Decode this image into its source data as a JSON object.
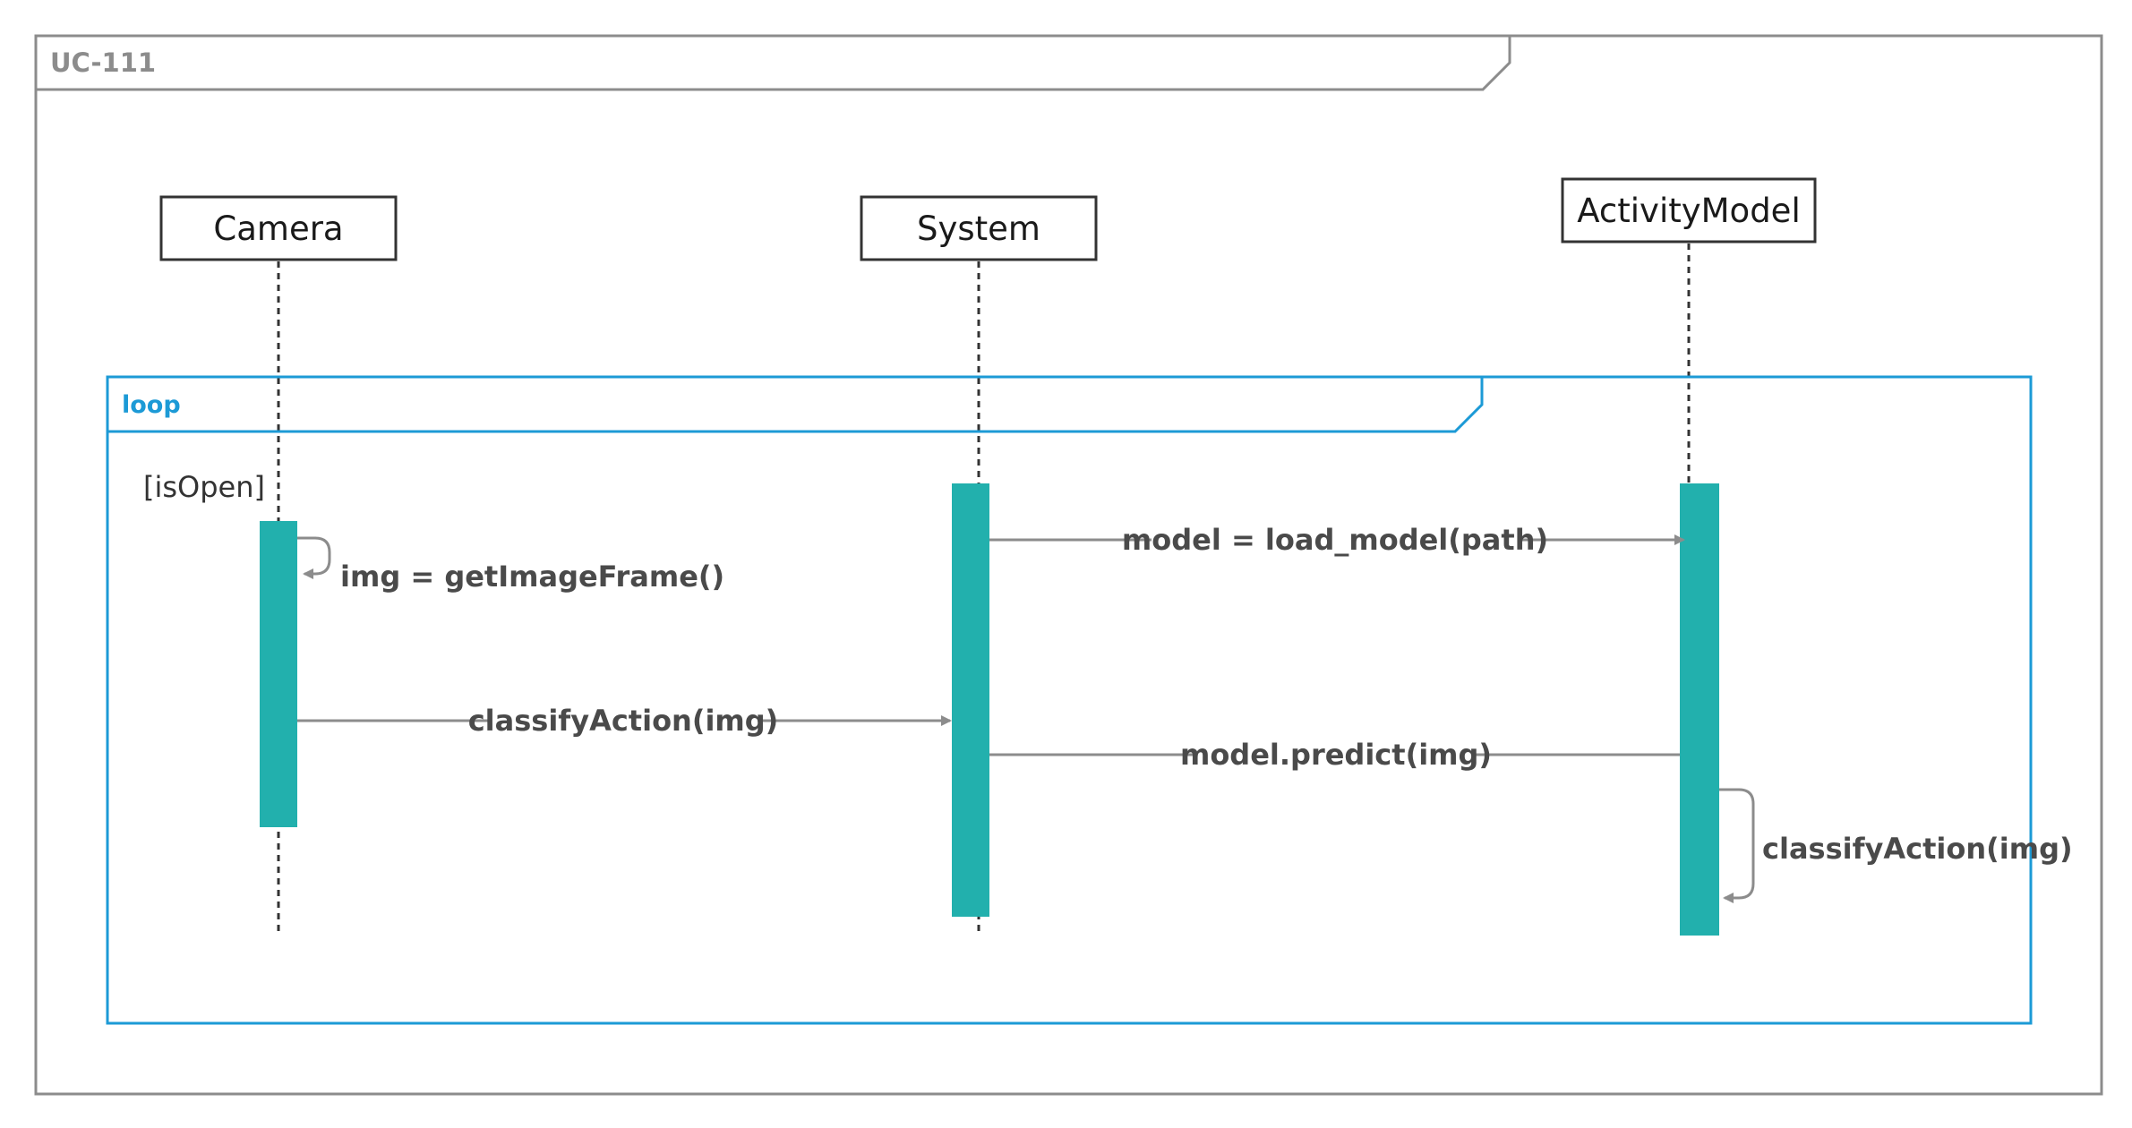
{
  "diagram": {
    "title": "UC-111",
    "participants": [
      {
        "id": "camera",
        "label": "Camera"
      },
      {
        "id": "system",
        "label": "System"
      },
      {
        "id": "activitymodel",
        "label": "ActivityModel"
      }
    ],
    "fragment": {
      "operator": "loop",
      "guard": "[isOpen]"
    },
    "messages": [
      {
        "id": "m1",
        "label": "model = load_model(path)",
        "from": "system",
        "to": "activitymodel"
      },
      {
        "id": "m2",
        "label": "img = getImageFrame()",
        "from": "camera",
        "to": "camera"
      },
      {
        "id": "m3",
        "label": "classifyAction(img)",
        "from": "camera",
        "to": "system"
      },
      {
        "id": "m4",
        "label": "model.predict(img)",
        "from": "system",
        "to": "activitymodel"
      },
      {
        "id": "m5",
        "label": "classifyAction(img)",
        "from": "activitymodel",
        "to": "activitymodel"
      }
    ],
    "colors": {
      "frame": "#8c8c8c",
      "title_text": "#8c8c8c",
      "fragment": "#1c9ad6",
      "activation": "#22b0ad",
      "message_line": "#8c8c8c",
      "message_text": "#4a4a4a",
      "participant_border": "#333333"
    }
  }
}
